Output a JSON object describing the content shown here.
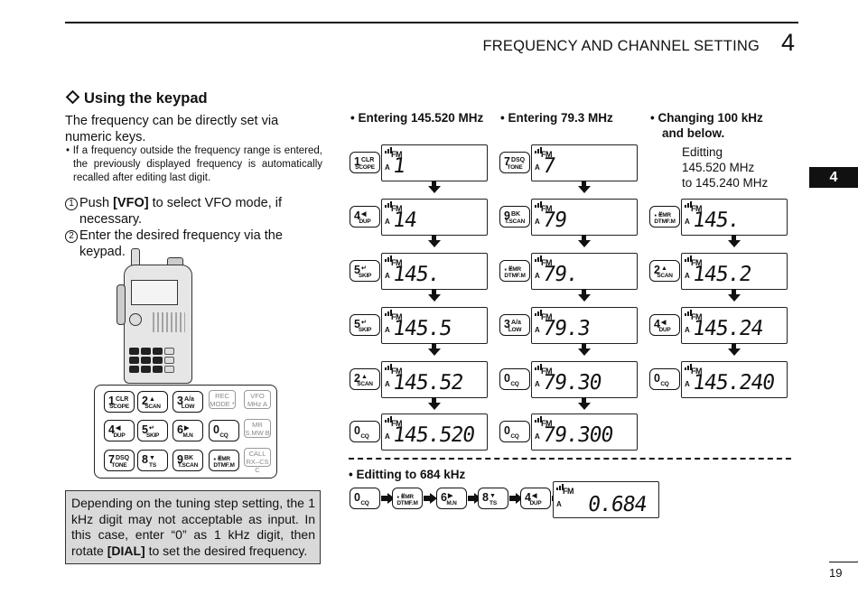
{
  "header": {
    "title": "FREQUENCY AND CHANNEL SETTING",
    "chapter": "4",
    "tab": "4"
  },
  "section": {
    "title": "Using the keypad",
    "intro": "The frequency can be directly set via numeric keys.",
    "note": "• If a frequency outside the frequency range is entered, the previously displayed frequency is automatically recalled after editing last digit.",
    "step1_num": "1",
    "step1_pre": "Push ",
    "step1_key": "[VFO]",
    "step1_post": " to select VFO mode, if necessary.",
    "step2_num": "2",
    "step2_text": "Enter the desired frequency via the keypad."
  },
  "keypad": {
    "keys": [
      {
        "num": "1",
        "sup": "CLR",
        "sub": "SCOPE"
      },
      {
        "num": "2",
        "sup": "▲",
        "sub": "SCAN"
      },
      {
        "num": "3",
        "sup": "A/a",
        "sub": "LOW"
      },
      {
        "num": "4",
        "sup": "◀",
        "sub": "DUP"
      },
      {
        "num": "5",
        "sup": "↵",
        "sub": "SKIP"
      },
      {
        "num": "6",
        "sup": "▶",
        "sub": "M.N"
      },
      {
        "num": "7",
        "sup": "DSQ",
        "sub": "TONE"
      },
      {
        "num": "8",
        "sup": "▼",
        "sub": "TS"
      },
      {
        "num": "9",
        "sup": "BK",
        "sub": "T.SCAN"
      },
      {
        "num": "0",
        "sup": "",
        "sub": "CQ"
      },
      {
        "num": "·",
        "sup": "#",
        "sub": "EMR DTMF.M"
      }
    ],
    "func": {
      "rec": "REC MODE",
      "rec_mark": "*",
      "vfo": "VFO MHz",
      "vfo_mark": "A",
      "mr": "MR S.MW",
      "mr_mark": "B",
      "call": "CALL RX–CS",
      "call_mark": "C"
    }
  },
  "notice": {
    "text_pre": "Depending on the tuning step setting, the 1 kHz digit may not acceptable as input. In this case, enter “0” as 1 kHz digit, then rotate ",
    "key": "[DIAL]",
    "text_post": " to set the desired frequency."
  },
  "lcd_labels": {
    "mode": "FM",
    "band": "A"
  },
  "columns": {
    "col1": {
      "heading": "• Entering 145.520 MHz",
      "steps": [
        {
          "key": "1",
          "sup": "CLR",
          "sub": "SCOPE",
          "display": "1"
        },
        {
          "key": "4",
          "sup": "◀",
          "sub": "DUP",
          "display": "14"
        },
        {
          "key": "5",
          "sup": "↵",
          "sub": "SKIP",
          "display": "145."
        },
        {
          "key": "5",
          "sup": "↵",
          "sub": "SKIP",
          "display": "145.5"
        },
        {
          "key": "2",
          "sup": "▲",
          "sub": "SCAN",
          "display": "145.52"
        },
        {
          "key": "0",
          "sup": "",
          "sub": "CQ",
          "display": "145.520"
        }
      ]
    },
    "col2": {
      "heading": "• Entering 79.3 MHz",
      "steps": [
        {
          "key": "7",
          "sup": "DSQ",
          "sub": "TONE",
          "display": "7"
        },
        {
          "key": "9",
          "sup": "BK",
          "sub": "T.SCAN",
          "display": "79"
        },
        {
          "key": "·",
          "sup": "#",
          "sub": "EMR DTMF.M",
          "display": "79."
        },
        {
          "key": "3",
          "sup": "A/a",
          "sub": "LOW",
          "display": "79.3"
        },
        {
          "key": "0",
          "sup": "",
          "sub": "CQ",
          "display": "79.30"
        },
        {
          "key": "0",
          "sup": "",
          "sub": "CQ",
          "display": "79.300"
        }
      ]
    },
    "col3": {
      "heading_line1": "• Changing 100 kHz",
      "heading_line2": "and below.",
      "sub1": "Editting",
      "sub2": "145.520 MHz",
      "sub3": "to 145.240 MHz",
      "steps": [
        {
          "key": "·",
          "sup": "#",
          "sub": "EMR DTMF.M",
          "display": "145."
        },
        {
          "key": "2",
          "sup": "▲",
          "sub": "SCAN",
          "display": "145.2"
        },
        {
          "key": "4",
          "sup": "◀",
          "sub": "DUP",
          "display": "145.24"
        },
        {
          "key": "0",
          "sup": "",
          "sub": "CQ",
          "display": "145.240"
        }
      ]
    }
  },
  "bottom": {
    "heading": "• Editting to 684 kHz",
    "keys": [
      {
        "num": "0",
        "sup": "",
        "sub": "CQ"
      },
      {
        "num": "·",
        "sup": "#",
        "sub": "EMR DTMF.M"
      },
      {
        "num": "6",
        "sup": "▶",
        "sub": "M.N"
      },
      {
        "num": "8",
        "sup": "▼",
        "sub": "TS"
      },
      {
        "num": "4",
        "sup": "◀",
        "sub": "DUP"
      }
    ],
    "display": "0.684"
  },
  "page_number": "19"
}
